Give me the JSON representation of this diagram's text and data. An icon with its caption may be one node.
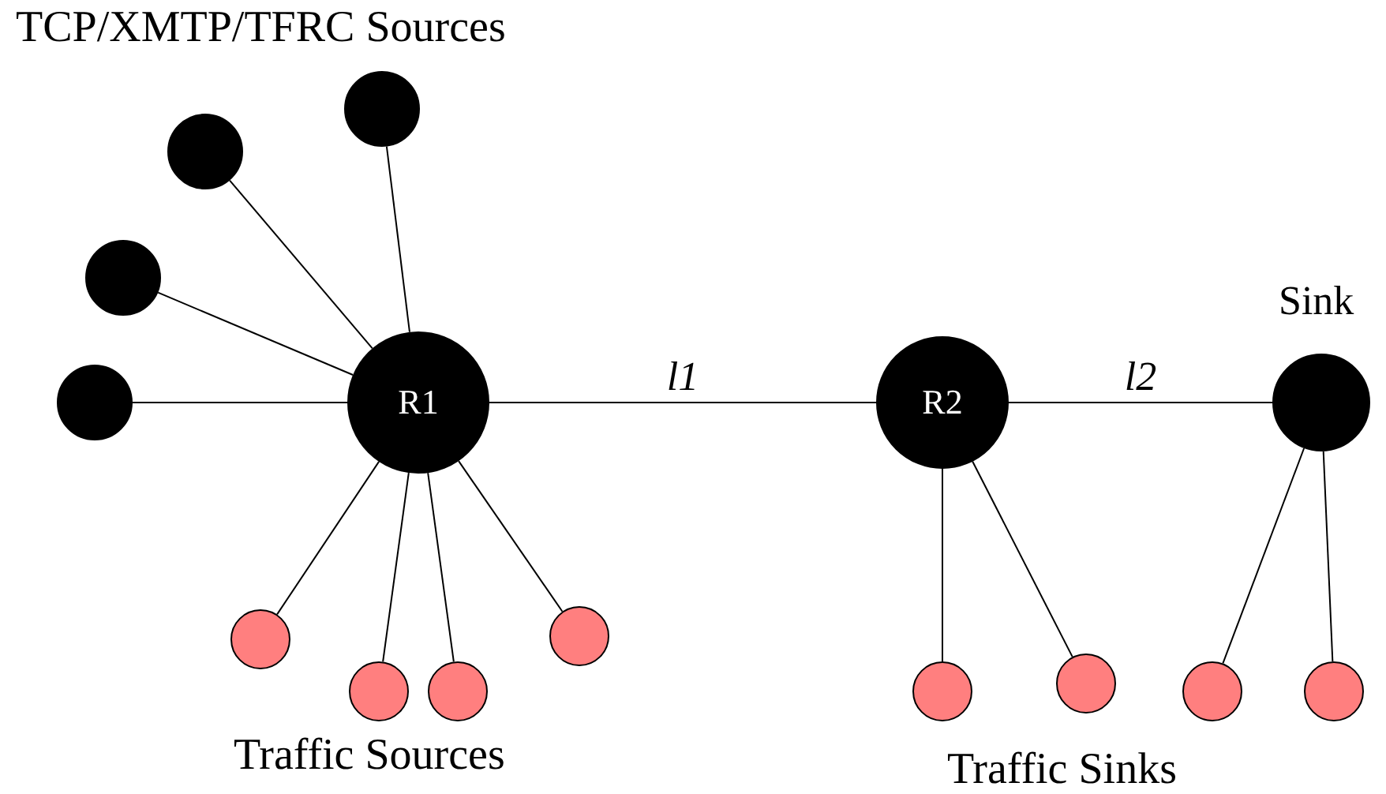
{
  "diagram": {
    "nodes": [
      {
        "text": [],
        "shape": "circle"
      },
      {
        "text": [],
        "shape": "circle"
      },
      {
        "text": [],
        "shape": "circle"
      },
      {
        "text": [],
        "shape": "circle"
      },
      {
        "text": [
          "R1"
        ]
      },
      {
        "text": [
          "R2"
        ]
      },
      {
        "text": [],
        "shape": "circle",
        "beside": [
          "Sink"
        ]
      },
      {
        "text": [],
        "shape": "circle"
      },
      {
        "text": [],
        "shape": "circle"
      },
      {
        "text": [],
        "shape": "circle"
      },
      {
        "text": [],
        "shape": "circle"
      },
      {
        "text": [],
        "shape": "circle"
      },
      {
        "text": [],
        "shape": "circle"
      },
      {
        "text": [],
        "shape": "circle"
      },
      {
        "text": [],
        "shape": "circle"
      }
    ],
    "edges": [
      {
        "from": 0,
        "to": 4,
        "arrow": "none"
      },
      {
        "from": 1,
        "to": 4,
        "arrow": "none"
      },
      {
        "from": 2,
        "to": 4,
        "arrow": "none"
      },
      {
        "from": 3,
        "to": 4,
        "arrow": "none"
      },
      {
        "from": 4,
        "to": 5,
        "arrow": "none",
        "label": "l1"
      },
      {
        "from": 5,
        "to": 6,
        "arrow": "none",
        "label": "l2"
      },
      {
        "from": 4,
        "to": 7,
        "arrow": "none"
      },
      {
        "from": 4,
        "to": 8,
        "arrow": "none"
      },
      {
        "from": 4,
        "to": 9,
        "arrow": "none"
      },
      {
        "from": 4,
        "to": 10,
        "arrow": "none"
      },
      {
        "from": 5,
        "to": 11,
        "arrow": "none"
      },
      {
        "from": 5,
        "to": 12,
        "arrow": "none"
      },
      {
        "from": 6,
        "to": 13,
        "arrow": "none"
      },
      {
        "from": 6,
        "to": 14,
        "arrow": "none"
      }
    ],
    "labels": [
      "TCP/XMTP/TFRC Sources",
      "Traffic Sources",
      "Traffic Sinks"
    ]
  }
}
